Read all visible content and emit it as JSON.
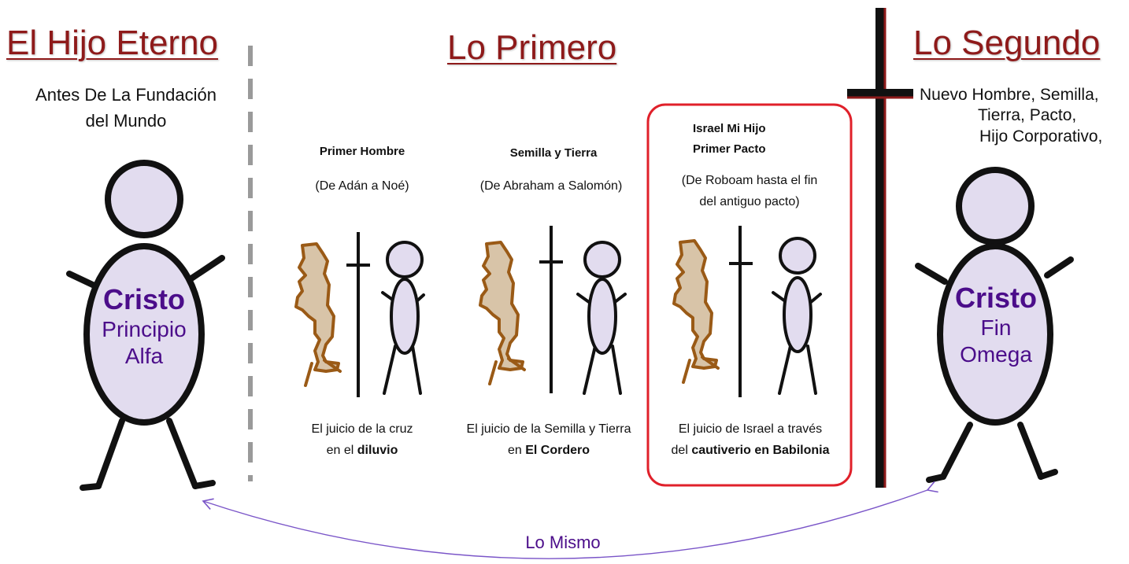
{
  "left": {
    "heading": "El Hijo Eterno",
    "line1": "Antes De La Fundación",
    "line2": "del Mundo",
    "cristo": "Cristo",
    "word1": "Principio",
    "word2": "Alfa"
  },
  "middle": {
    "heading": "Lo Primero",
    "columns": [
      {
        "title": "Primer Hombre",
        "range": "(De Adán a Noé)",
        "judgment1": "El juicio de la cruz",
        "judgment2_prefix": "en el ",
        "judgment2_bold": "diluvio"
      },
      {
        "title": "Semilla y Tierra",
        "range": "(De Abraham a Salomón)",
        "judgment1": "El juicio de la Semilla y Tierra",
        "judgment2_prefix": "en ",
        "judgment2_bold": "El Cordero"
      },
      {
        "title1": "Israel Mi Hijo",
        "title2": "Primer Pacto",
        "range1": "(De Roboam hasta el fin",
        "range2": "del antiguo pacto)",
        "judgment1": "El juicio de Israel a través",
        "judgment2_prefix": "del ",
        "judgment2_bold": "cautiverio en Babilonia"
      }
    ]
  },
  "right": {
    "heading": "Lo Segundo",
    "line1": "Nuevo Hombre, Semilla,",
    "line2": "Tierra, Pacto,",
    "line3": "Hijo Corporativo,",
    "cristo": "Cristo",
    "word1": "Fin",
    "word2": "Omega"
  },
  "bottom": {
    "label": "Lo Mismo"
  },
  "colors": {
    "heading": "#8e1a1a",
    "purple": "#4b0d8a",
    "figure_fill": "#e2dcef",
    "beast_fill": "#d8c4a8",
    "beast_stroke": "#9a5a16",
    "highlight": "#e0202a",
    "arrow": "#7a55c8"
  }
}
